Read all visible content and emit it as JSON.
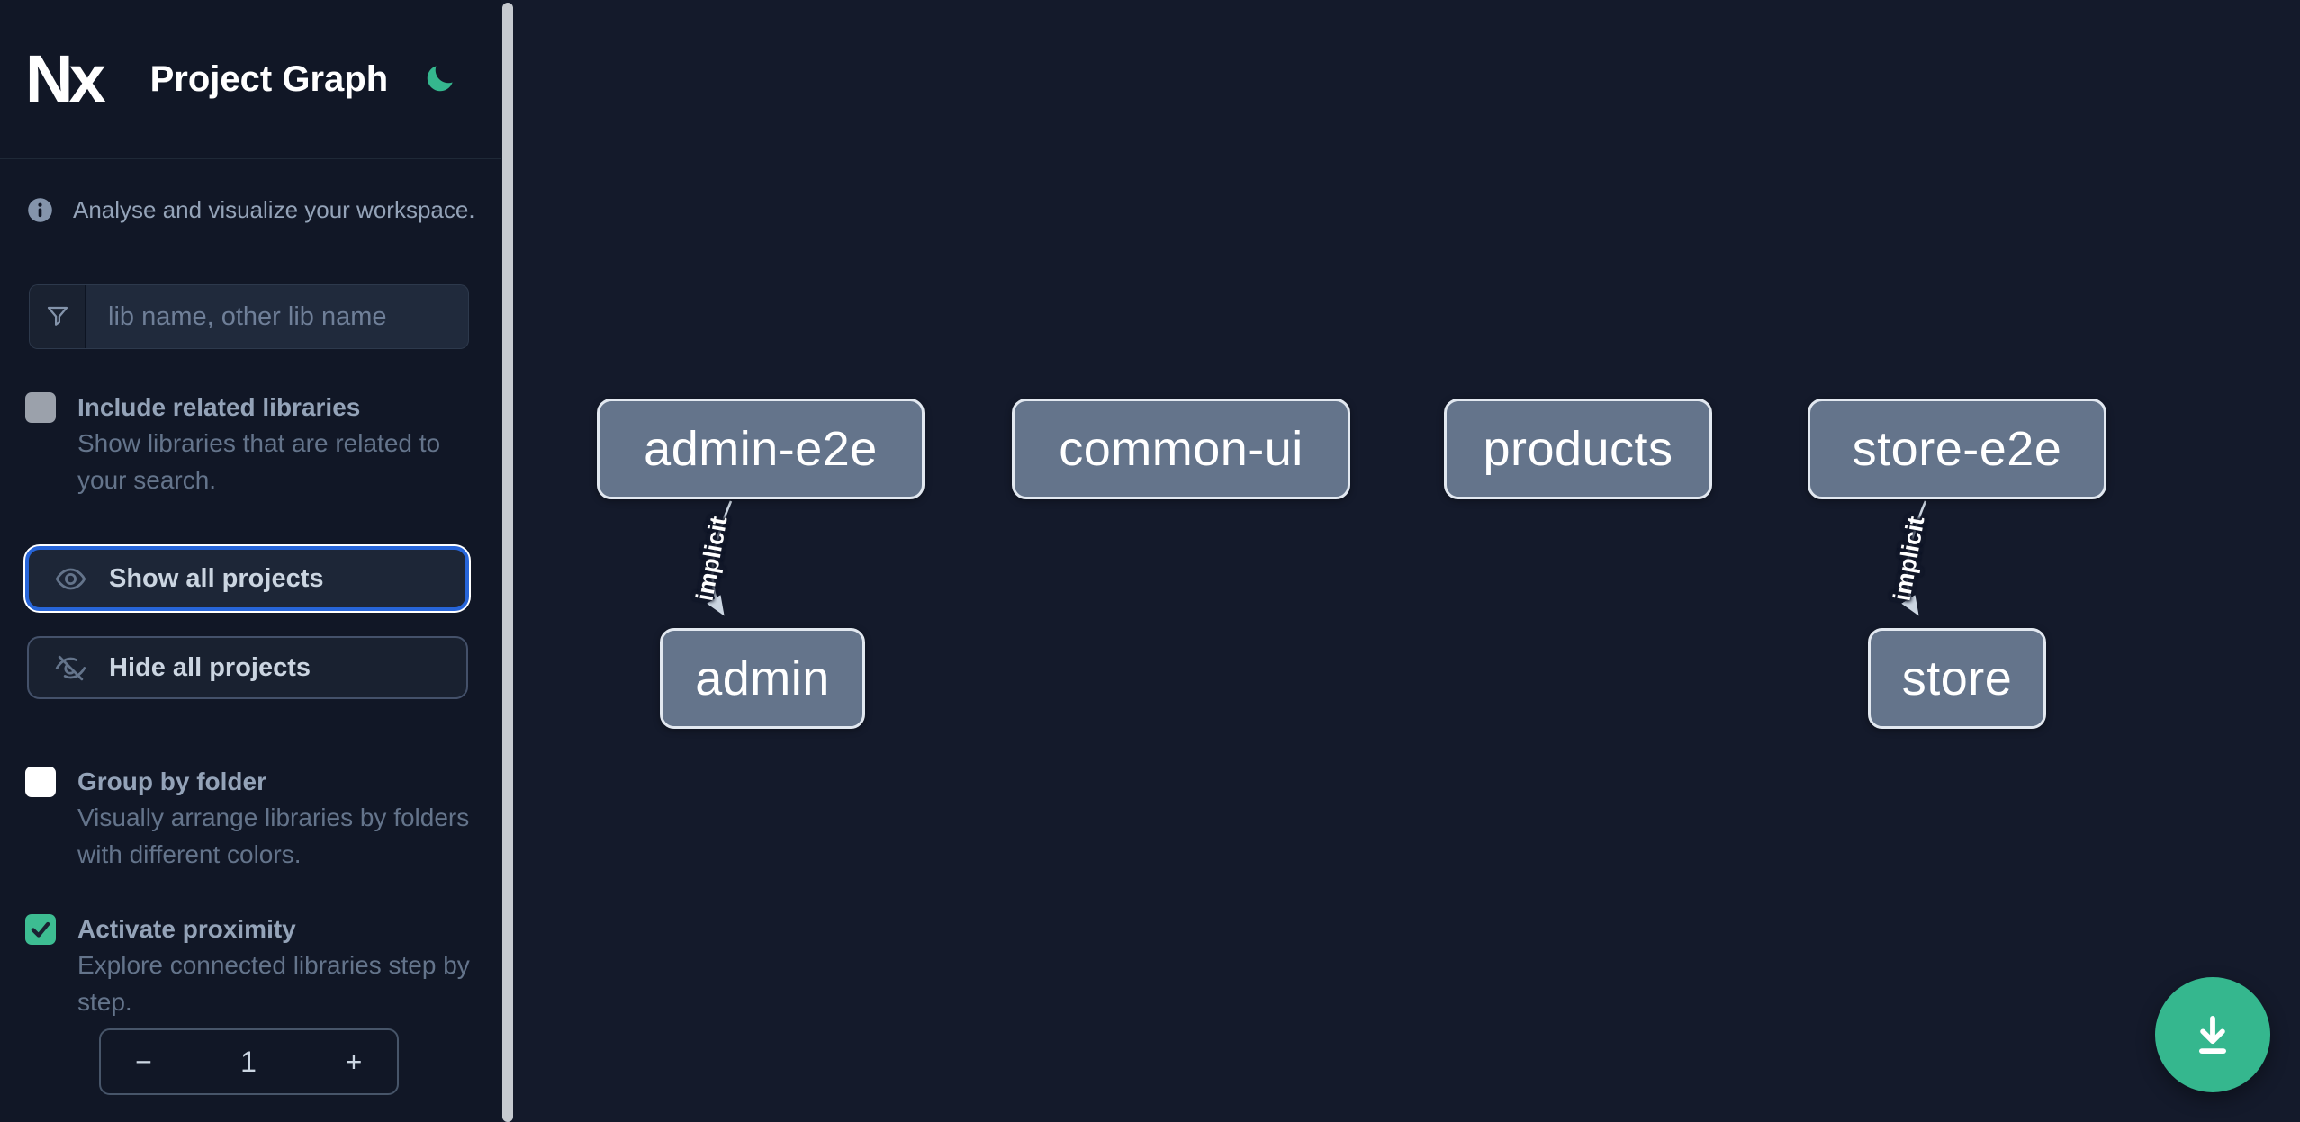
{
  "app": {
    "logo_text": "Nx",
    "title": "Project Graph"
  },
  "theme": {
    "sidebar_bg": "#111726",
    "canvas_bg": "#141a2b",
    "accent_green": "#35b78e",
    "focus_blue": "#2765d9",
    "node_fill": "#64748b",
    "node_border": "#e2e8f0",
    "edge_color": "#cbd5e1",
    "text_primary": "#94a3b8",
    "text_secondary": "#64748b",
    "button_text": "#cbd5e1"
  },
  "icons": {
    "moon": "moon-icon",
    "info": "info-icon",
    "filter": "filter-icon",
    "eye": "eye-icon",
    "eye_off": "eye-off-icon",
    "download": "download-icon"
  },
  "sidebar": {
    "tagline": "Analyse and visualize your workspace.",
    "search": {
      "placeholder": "lib name, other lib name"
    },
    "options": [
      {
        "label": "Include related libraries",
        "description": "Show libraries that are related to your search.",
        "checked": false
      },
      {
        "label": "Group by folder",
        "description": "Visually arrange libraries by folders with different colors.",
        "checked": false
      },
      {
        "label": "Activate proximity",
        "description": "Explore connected libraries step by step.",
        "checked": true
      }
    ],
    "buttons": [
      {
        "label": "Show all projects",
        "focused": true
      },
      {
        "label": "Hide all projects",
        "focused": false
      }
    ],
    "stepper": {
      "decrement": "−",
      "value": "1",
      "increment": "+"
    }
  },
  "graph": {
    "nodes": [
      {
        "id": "admin-e2e",
        "label": "admin-e2e"
      },
      {
        "id": "common-ui",
        "label": "common-ui"
      },
      {
        "id": "products",
        "label": "products"
      },
      {
        "id": "store-e2e",
        "label": "store-e2e"
      },
      {
        "id": "admin",
        "label": "admin"
      },
      {
        "id": "store",
        "label": "store"
      }
    ],
    "edges": [
      {
        "from": "admin-e2e",
        "to": "admin",
        "label": "implicit"
      },
      {
        "from": "store-e2e",
        "to": "store",
        "label": "implicit"
      }
    ]
  }
}
